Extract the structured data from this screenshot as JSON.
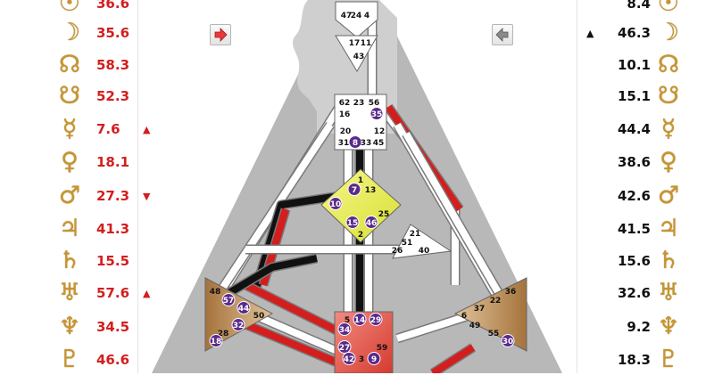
{
  "design": [
    {
      "glyph": "☉",
      "name": "sun-icon",
      "value": "36.6",
      "arrow": ""
    },
    {
      "glyph": "☽",
      "name": "moon-icon",
      "value": "35.6",
      "arrow": ""
    },
    {
      "glyph": "☊",
      "name": "north-node-icon",
      "value": "58.3",
      "arrow": ""
    },
    {
      "glyph": "☋",
      "name": "south-node-icon",
      "value": "52.3",
      "arrow": ""
    },
    {
      "glyph": "☿",
      "name": "mercury-icon",
      "value": "7.6",
      "arrow": "▲"
    },
    {
      "glyph": "♀",
      "name": "venus-icon",
      "value": "18.1",
      "arrow": ""
    },
    {
      "glyph": "♂",
      "name": "mars-icon",
      "value": "27.3",
      "arrow": "▼"
    },
    {
      "glyph": "♃",
      "name": "jupiter-icon",
      "value": "41.3",
      "arrow": ""
    },
    {
      "glyph": "♄",
      "name": "saturn-icon",
      "value": "15.5",
      "arrow": ""
    },
    {
      "glyph": "♅",
      "name": "uranus-icon",
      "value": "57.6",
      "arrow": "▲"
    },
    {
      "glyph": "♆",
      "name": "neptune-icon",
      "value": "34.5",
      "arrow": ""
    },
    {
      "glyph": "♇",
      "name": "pluto-icon",
      "value": "46.6",
      "arrow": ""
    }
  ],
  "personality": [
    {
      "glyph": "☉",
      "name": "sun-icon",
      "value": "8.4",
      "arrow": ""
    },
    {
      "glyph": "☽",
      "name": "moon-icon",
      "value": "46.3",
      "arrow": "▲"
    },
    {
      "glyph": "☊",
      "name": "north-node-icon",
      "value": "10.1",
      "arrow": ""
    },
    {
      "glyph": "☋",
      "name": "south-node-icon",
      "value": "15.1",
      "arrow": ""
    },
    {
      "glyph": "☿",
      "name": "mercury-icon",
      "value": "44.4",
      "arrow": ""
    },
    {
      "glyph": "♀",
      "name": "venus-icon",
      "value": "38.6",
      "arrow": ""
    },
    {
      "glyph": "♂",
      "name": "mars-icon",
      "value": "42.6",
      "arrow": ""
    },
    {
      "glyph": "♃",
      "name": "jupiter-icon",
      "value": "41.5",
      "arrow": ""
    },
    {
      "glyph": "♄",
      "name": "saturn-icon",
      "value": "15.6",
      "arrow": ""
    },
    {
      "glyph": "♅",
      "name": "uranus-icon",
      "value": "32.6",
      "arrow": ""
    },
    {
      "glyph": "♆",
      "name": "neptune-icon",
      "value": "9.2",
      "arrow": ""
    },
    {
      "glyph": "♇",
      "name": "pluto-icon",
      "value": "18.3",
      "arrow": ""
    }
  ],
  "navigation": {
    "left_button_icon": "red-arrow-right-icon",
    "right_button_icon": "gray-arrow-left-icon"
  },
  "colors": {
    "design_red": "#d41e1e",
    "personality_black": "#111111",
    "planet_gold": "#c8952e",
    "gate_badge_purple": "#5a2a8a",
    "channel_gray": "#c9c9c9"
  },
  "centers": {
    "head": {
      "gates": [
        "47",
        "24",
        "4"
      ]
    },
    "ajna": {
      "gates": [
        "17",
        "11",
        "43"
      ]
    },
    "throat": {
      "gates": [
        "62",
        "23",
        "56",
        "16",
        "35",
        "20",
        "12",
        "31",
        "8",
        "33",
        "45"
      ],
      "highlighted": [
        "35",
        "8"
      ]
    },
    "g": {
      "gates": [
        "1",
        "7",
        "13",
        "10",
        "25",
        "15",
        "46",
        "2"
      ],
      "highlighted": [
        "7",
        "10",
        "15",
        "46"
      ]
    },
    "heart": {
      "gates": [
        "21",
        "51",
        "26",
        "40"
      ]
    },
    "spleen": {
      "gates": [
        "48",
        "57",
        "44",
        "50",
        "32",
        "28",
        "18"
      ],
      "highlighted": [
        "57",
        "44",
        "32",
        "18"
      ]
    },
    "sacral": {
      "gates": [
        "5",
        "14",
        "29",
        "34",
        "27",
        "59",
        "42",
        "3",
        "9"
      ],
      "highlighted": [
        "14",
        "29",
        "34",
        "27",
        "42",
        "9"
      ]
    },
    "solar_plexus": {
      "gates": [
        "36",
        "22",
        "37",
        "6",
        "49",
        "55",
        "30"
      ],
      "highlighted": [
        "30"
      ]
    }
  }
}
